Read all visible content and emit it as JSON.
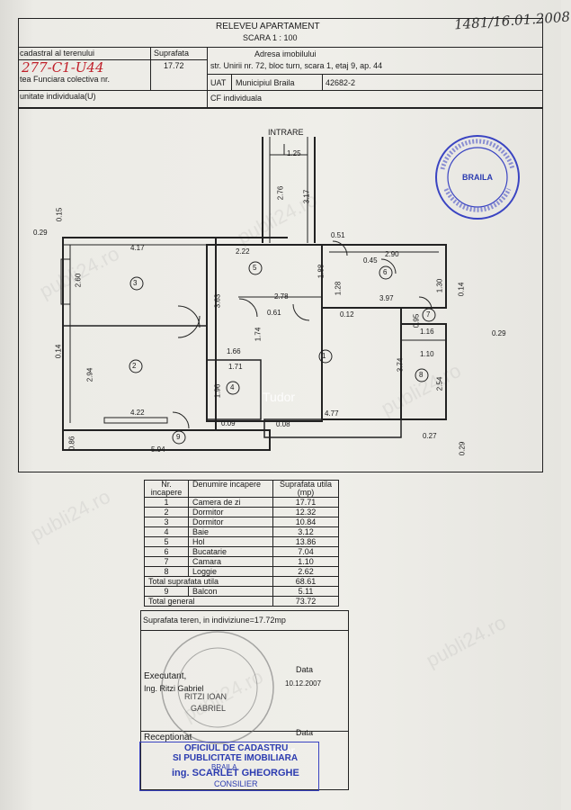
{
  "handwritten_ref": "1481/16.01.2008",
  "header": {
    "title_line1": "RELEVEU APARTAMENT",
    "title_line2": "SCARA 1 : 100",
    "cad_label": "cadastral al terenului",
    "cad_value": "277-C1-U44",
    "cf_label": "tea Funciara colectiva nr.",
    "unit_label": "unitate individuala(U)",
    "suprafata_label": "Suprafata",
    "suprafata_value": "17.72",
    "address_label": "Adresa imobilului",
    "address_value": "str. Unirii nr. 72, bloc turn, scara 1, etaj 9, ap. 44",
    "uat_label": "UAT",
    "uat_value": "Municipiul Braila",
    "uat_code": "42682-2",
    "cf_individuala": "CF individuala"
  },
  "plan": {
    "entrance": "INTRARE",
    "rooms": [
      "1",
      "2",
      "3",
      "4",
      "5",
      "6",
      "7",
      "8",
      "9"
    ],
    "dims": {
      "d125": "1.25",
      "d276": "2.76",
      "d317": "3.17",
      "d015": "0.15",
      "d029a": "0.29",
      "d051": "0.51",
      "d417": "4.17",
      "d222": "2.22",
      "d290": "2.90",
      "d045": "0.45",
      "d260": "2.60",
      "d363": "3.63",
      "d188": "1.88",
      "d128": "1.28",
      "d130": "1.30",
      "d014a": "0.14",
      "d278": "2.78",
      "d397": "3.97",
      "d061": "0.61",
      "d012": "0.12",
      "d095": "0.95",
      "d116": "1.16",
      "d029b": "0.29",
      "d014b": "0.14",
      "d174": "1.74",
      "d166": "1.66",
      "d171": "1.71",
      "d294": "2.94",
      "d196": "1.96",
      "d374": "3.74",
      "d110": "1.10",
      "d254": "2.54",
      "d422": "4.22",
      "d009": "0.09",
      "d008": "0.08",
      "d477": "4.77",
      "d086": "0.86",
      "d594": "5.94",
      "d027": "0.27",
      "d029c": "0.29"
    }
  },
  "table": {
    "h1": "Nr. incapere",
    "h2": "Denumire incapere",
    "h3": "Suprafata utila (mp)",
    "rows": [
      {
        "nr": "1",
        "name": "Camera de zi",
        "area": "17.71"
      },
      {
        "nr": "2",
        "name": "Dormitor",
        "area": "12.32"
      },
      {
        "nr": "3",
        "name": "Dormitor",
        "area": "10.84"
      },
      {
        "nr": "4",
        "name": "Baie",
        "area": "3.12"
      },
      {
        "nr": "5",
        "name": "Hol",
        "area": "13.86"
      },
      {
        "nr": "6",
        "name": "Bucatarie",
        "area": "7.04"
      },
      {
        "nr": "7",
        "name": "Camara",
        "area": "1.10"
      },
      {
        "nr": "8",
        "name": "Loggie",
        "area": "2.62"
      }
    ],
    "total_utila_label": "Total suprafata utila",
    "total_utila": "68.61",
    "balcon_nr": "9",
    "balcon_label": "Balcon",
    "balcon_area": "5.11",
    "total_general_label": "Total general",
    "total_general": "73.72"
  },
  "teren": "Suprafata teren, in indiviziune=17.72mp",
  "executant": {
    "label": "Executant,",
    "data_label": "Data",
    "name": "Ing. Ritzi Gabriel",
    "date": "10.12.2007",
    "sign1": "RITZI IOAN",
    "sign2": "GABRIEL"
  },
  "receptionat": {
    "label": "Receptionat",
    "data_label": "Data",
    "stamp1": "OFICIUL DE CADASTRU",
    "stamp2": "SI PUBLICITATE IMOBILIARA",
    "stamp3": "BRAILA",
    "stamp4": "ing. SCARLET GHEORGHE",
    "stamp5": "CONSILIER"
  },
  "seal_top": "BRAILA",
  "watermarks": [
    "publi24.ro",
    "Tudor"
  ]
}
